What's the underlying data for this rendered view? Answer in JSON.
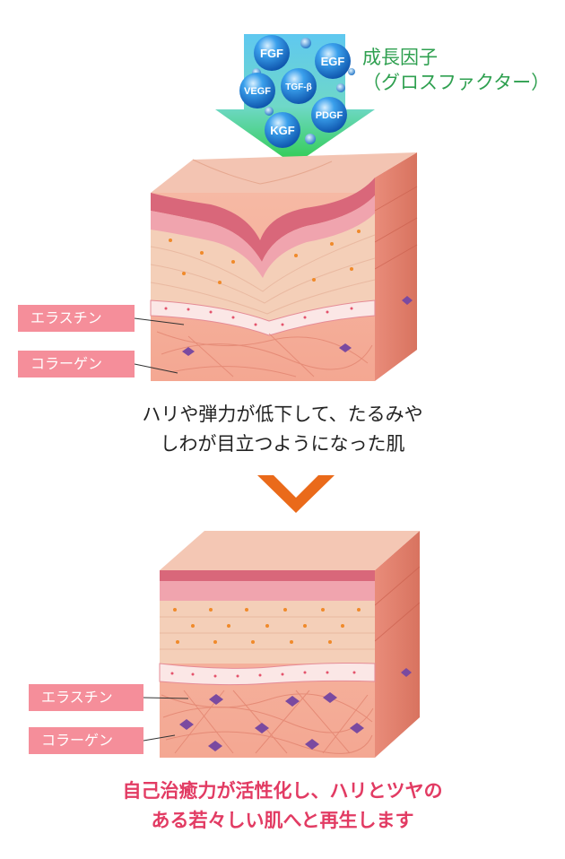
{
  "growth_factor": {
    "title_line1": "成長因子",
    "title_line2": "（グロスファクター）",
    "factors": [
      "FGF",
      "EGF",
      "VEGF",
      "TGF-β",
      "PDGF",
      "KGF"
    ]
  },
  "before": {
    "labels": {
      "elastin": "エラスチン",
      "collagen": "コラーゲン"
    },
    "caption_line1": "ハリや弾力が低下して、たるみや",
    "caption_line2": "しわが目立つようになった肌"
  },
  "after": {
    "labels": {
      "elastin": "エラスチン",
      "collagen": "コラーゲン"
    },
    "caption_line1": "自己治癒力が活性化し、ハリとツヤの",
    "caption_line2": "ある若々しい肌へと再生します"
  },
  "colors": {
    "arrow_top": "#5fc8f0",
    "arrow_bottom": "#2ecc4a",
    "bubble": "#1e7fd1",
    "title_green": "#2fa050",
    "label_pink": "#f58e9a",
    "chevron_orange": "#ea6a1a",
    "caption_pink": "#e23b63",
    "epidermis": "#f4c9b0",
    "dermis": "#f7b8a6",
    "stratum_corneum": "#d9677a"
  }
}
